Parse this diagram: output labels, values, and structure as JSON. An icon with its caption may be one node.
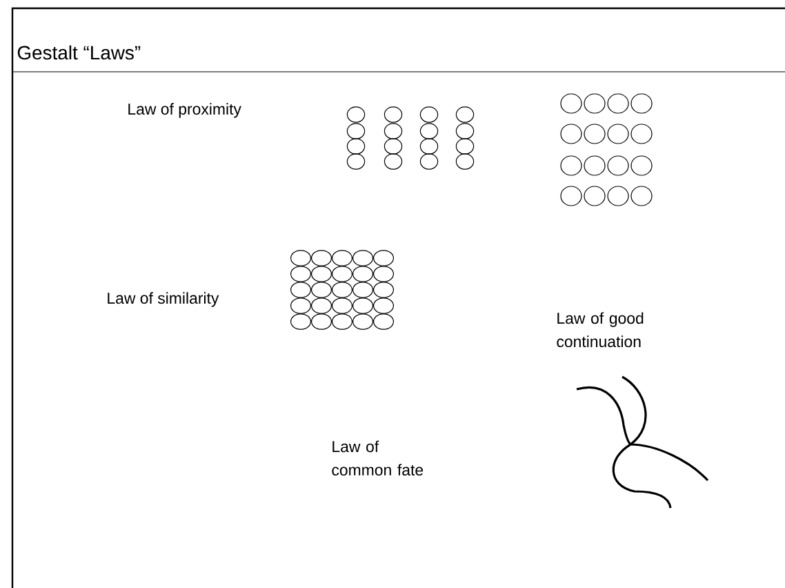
{
  "diagram": {
    "title": "Gestalt “Laws”",
    "labels": [
      "Law of proximity",
      "Law of similarity",
      "Law of good continuation",
      "Law of common fate"
    ]
  }
}
